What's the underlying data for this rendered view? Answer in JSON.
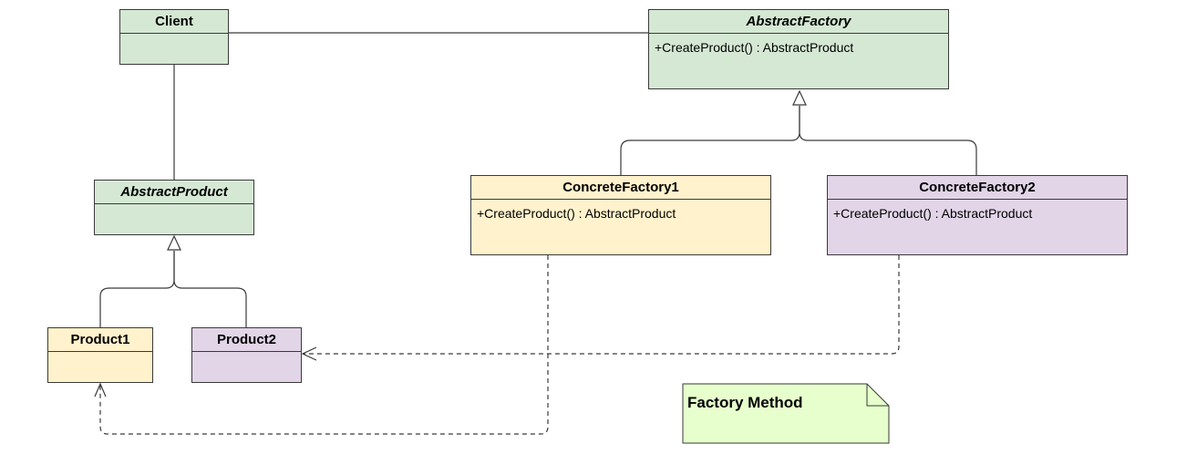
{
  "diagram": {
    "classes": {
      "client": {
        "name": "Client"
      },
      "abstract_factory": {
        "name": "AbstractFactory",
        "operation": "+CreateProduct() : AbstractProduct"
      },
      "abstract_product": {
        "name": "AbstractProduct"
      },
      "concrete_factory_1": {
        "name": "ConcreteFactory1",
        "operation": "+CreateProduct() : AbstractProduct"
      },
      "concrete_factory_2": {
        "name": "ConcreteFactory2",
        "operation": "+CreateProduct() : AbstractProduct"
      },
      "product_1": {
        "name": "Product1"
      },
      "product_2": {
        "name": "Product2"
      }
    },
    "note": {
      "text": "Factory Method"
    },
    "colors": {
      "abstract_fill": "#d5e8d4",
      "factory1_fill": "#fff2cc",
      "factory2_fill": "#e1d5e7",
      "note_fill": "#e6ffcc",
      "line": "#3a3a3a"
    }
  }
}
